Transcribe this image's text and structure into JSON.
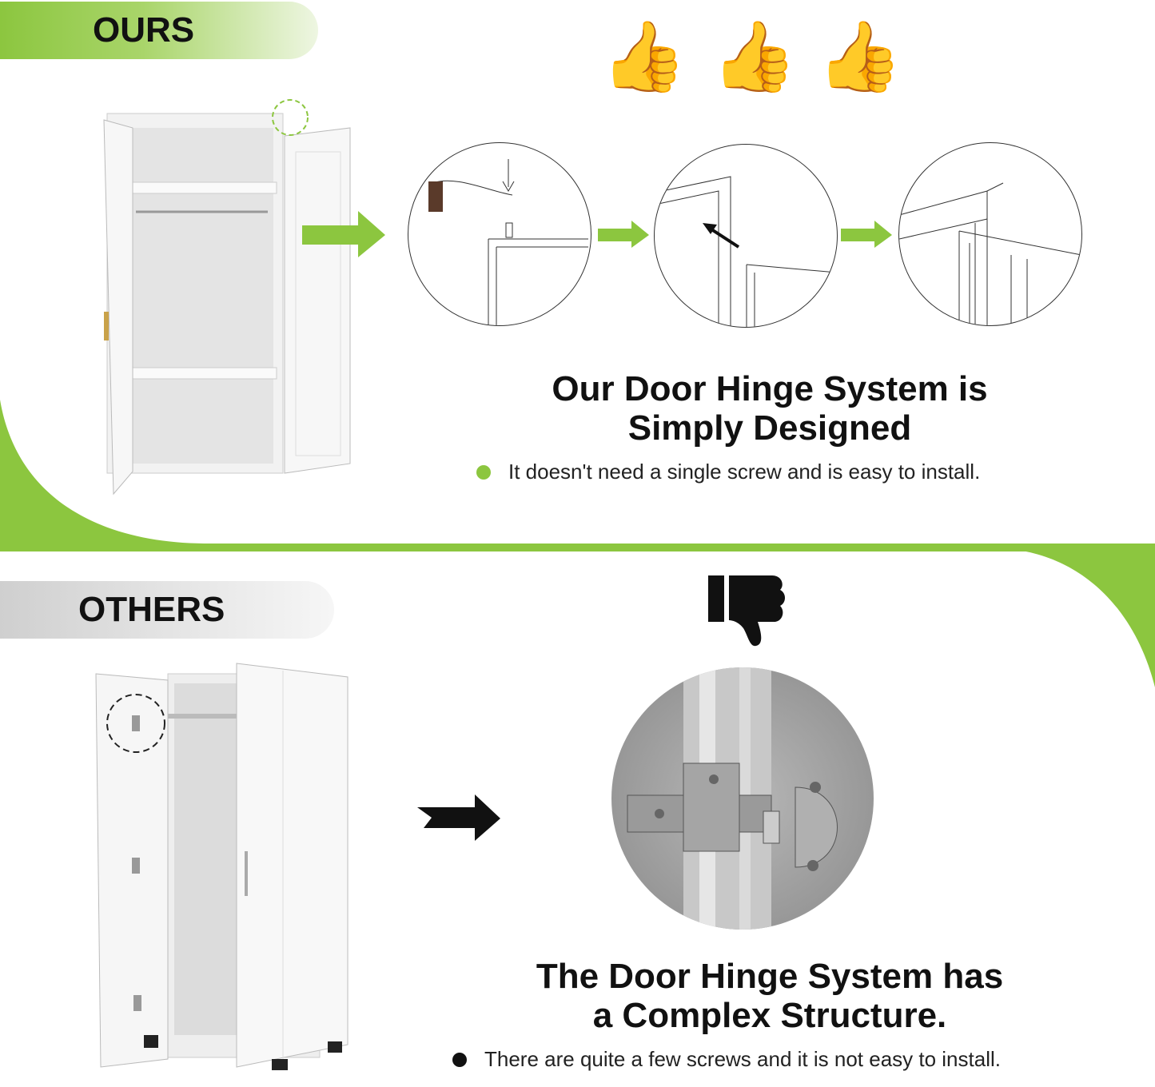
{
  "ours": {
    "tag": "OURS",
    "heading_line1": "Our Door Hinge System is",
    "heading_line2": "Simply Designed",
    "bullet": "It doesn't need a single screw and is easy to install.",
    "rating_icons": [
      "thumbs-up-icon",
      "thumbs-up-icon",
      "thumbs-up-icon"
    ]
  },
  "others": {
    "tag": "OTHERS",
    "heading_line1": "The Door Hinge System has",
    "heading_line2": "a Complex Structure.",
    "bullet": "There are quite a few screws and it is not easy to install.",
    "rating_icons": [
      "thumbs-down-icon"
    ]
  },
  "colors": {
    "accent": "#8cc63f",
    "dark": "#111111",
    "grey_tag": "#d9d9d9"
  }
}
